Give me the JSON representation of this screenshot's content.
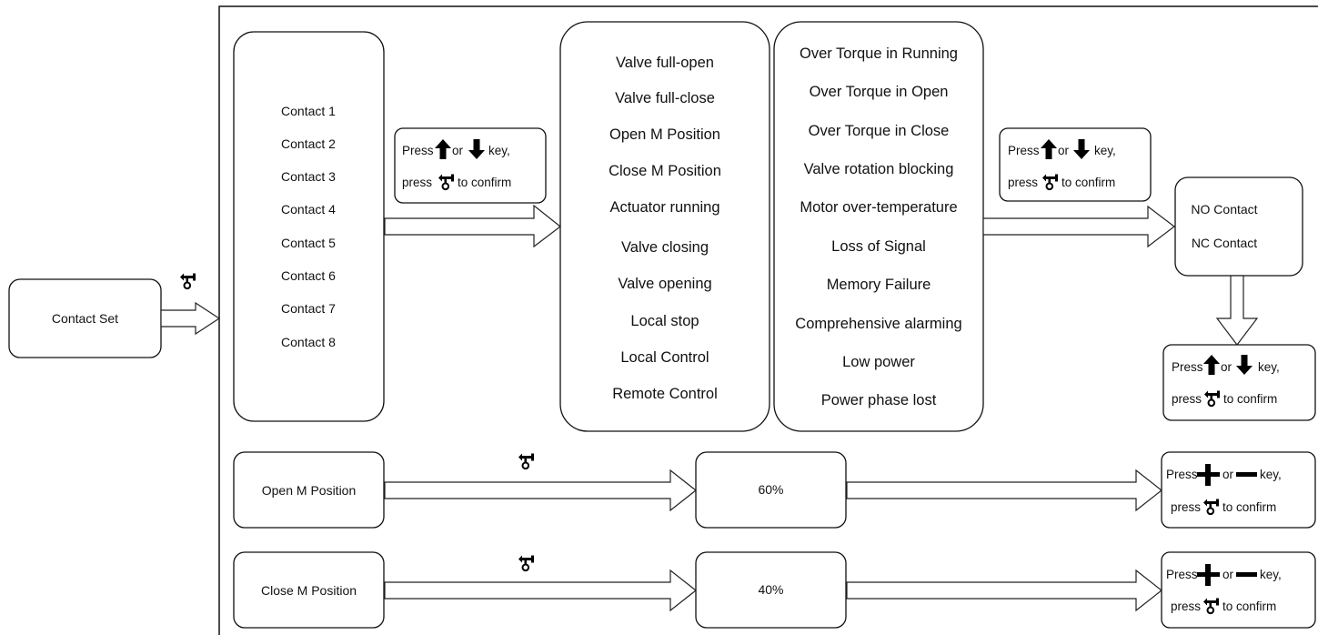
{
  "start": {
    "label": "Contact Set"
  },
  "contacts": {
    "items": [
      "Contact 1",
      "Contact 2",
      "Contact 3",
      "Contact 4",
      "Contact 5",
      "Contact 6",
      "Contact 7",
      "Contact 8"
    ]
  },
  "hint_updown": {
    "press": "Press",
    "or": "or",
    "key": "key,",
    "press2": "press",
    "confirm": "to confirm"
  },
  "hint_plusminus": {
    "press": "Press",
    "or": "or",
    "key": "key,",
    "press2": "press",
    "confirm": "to confirm"
  },
  "functions_a": {
    "items": [
      "Valve full-open",
      "Valve full-close",
      "Open M Position",
      "Close M Position",
      "Actuator running",
      "Valve closing",
      "Valve opening",
      "Local stop",
      "Local Control",
      "Remote Control"
    ]
  },
  "functions_b": {
    "items": [
      "Over Torque in Running",
      "Over Torque in Open",
      "Over Torque in Close",
      "Valve rotation blocking",
      "Motor over-temperature",
      "Loss of Signal",
      "Memory Failure",
      "Comprehensive alarming",
      "Low power",
      "Power phase lost"
    ]
  },
  "contact_type": {
    "items": [
      "NO Contact",
      "NC Contact"
    ]
  },
  "open_m": {
    "label": "Open M Position",
    "value": "60%"
  },
  "close_m": {
    "label": "Close M Position",
    "value": "40%"
  },
  "icons": {
    "up": "arrow-up-icon",
    "down": "arrow-down-icon",
    "enter": "enter-key-icon",
    "plus": "plus-icon",
    "minus": "minus-icon"
  }
}
